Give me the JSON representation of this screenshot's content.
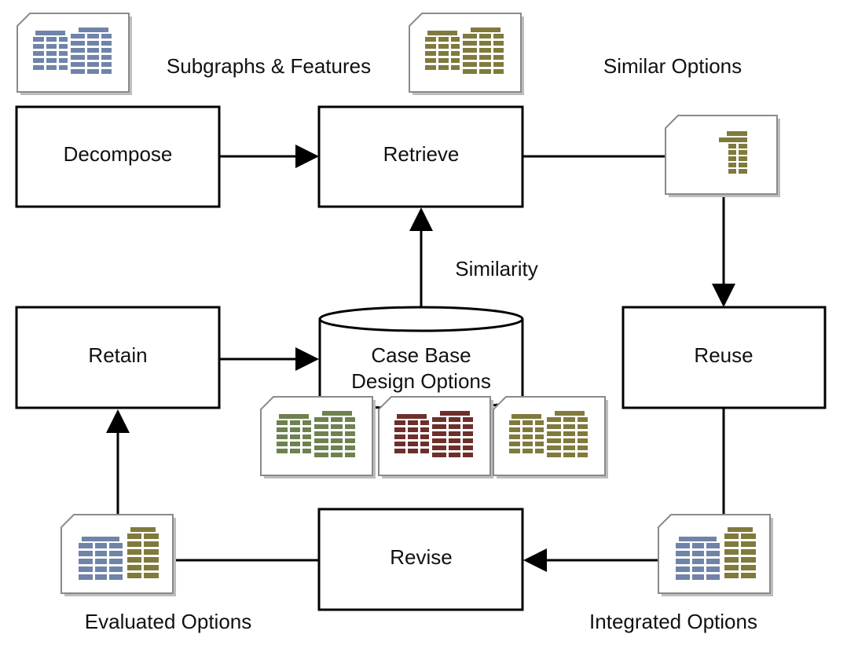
{
  "nodes": {
    "decompose": "Decompose",
    "retrieve": "Retrieve",
    "reuse": "Reuse",
    "revise": "Revise",
    "retain": "Retain",
    "case_base_line1": "Case Base",
    "case_base_line2": "Design Options"
  },
  "labels": {
    "subgraphs_features": "Subgraphs & Features",
    "similar_options": "Similar Options",
    "similarity": "Similarity",
    "evaluated_options": "Evaluated Options",
    "integrated_options": "Integrated Options"
  },
  "icons": [
    {
      "name": "building-icon-subgraphs",
      "colors": [
        "#6f84a8"
      ]
    },
    {
      "name": "building-icon-similar",
      "colors": [
        "#807a3c"
      ]
    },
    {
      "name": "building-icon-retrieved",
      "colors": [
        "#807a3c"
      ]
    },
    {
      "name": "building-icon-case-green",
      "colors": [
        "#6e8150"
      ]
    },
    {
      "name": "building-icon-case-red",
      "colors": [
        "#6e2f2b"
      ]
    },
    {
      "name": "building-icon-case-olive",
      "colors": [
        "#807a3c"
      ]
    },
    {
      "name": "building-icon-integrated",
      "colors": [
        "#6f84a8",
        "#807a3c"
      ]
    },
    {
      "name": "building-icon-evaluated",
      "colors": [
        "#6f84a8",
        "#807a3c"
      ]
    }
  ]
}
